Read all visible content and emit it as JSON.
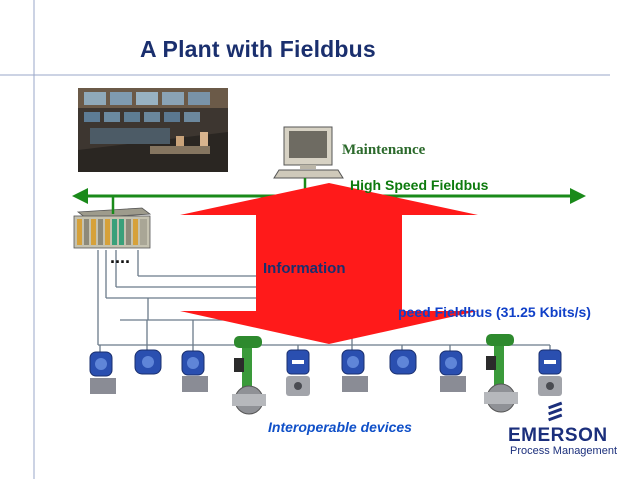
{
  "slide": {
    "title": "A Plant with Fieldbus",
    "maintenance_label": "Maintenance",
    "high_speed_label": "High Speed Fieldbus",
    "information_label": "Information",
    "low_speed_label": "peed Fieldbus (31.25 Kbits/s)",
    "interoperable_label": "Interoperable devices",
    "ellipsis": "....",
    "logo": {
      "brand": "EMERSON",
      "sub": "Process Management"
    }
  },
  "colors": {
    "title": "#1a2f6e",
    "high_speed_bus": "#1a8a1a",
    "information_arrow": "#ff1a1a",
    "low_speed_text": "#1040c8",
    "valve_green": "#3a9a3a",
    "transmitter_blue": "#2a4fb0"
  },
  "icons": {
    "control_room": "control-room-photo",
    "workstation": "computer-icon",
    "controller": "plc-rack-icon",
    "devices": [
      "transmitter",
      "transmitter",
      "transmitter",
      "valve",
      "pressure-transmitter",
      "transmitter",
      "transmitter",
      "transmitter",
      "valve",
      "pressure-transmitter"
    ]
  }
}
